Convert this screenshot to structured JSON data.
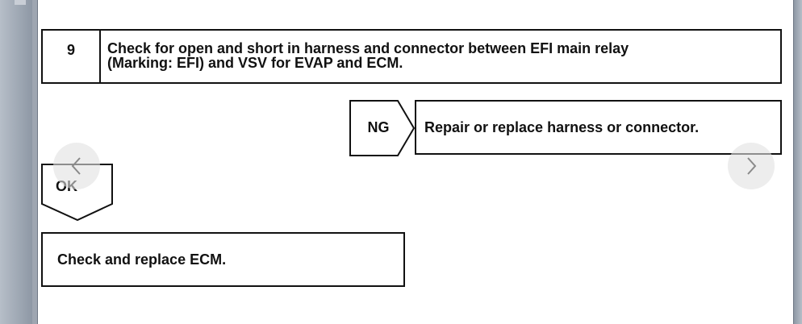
{
  "viewer": {
    "prev_icon": "chevron-left-icon",
    "next_icon": "chevron-right-icon"
  },
  "step": {
    "number": "9",
    "title_line1": "Check for open and short in harness and connector between EFI main relay",
    "title_line2": "(Marking: EFI) and VSV for EVAP and ECM."
  },
  "ng_branch": {
    "label": "NG",
    "action": "Repair or replace harness or connector."
  },
  "ok_branch": {
    "label": "OK",
    "action": "Check and replace ECM."
  }
}
